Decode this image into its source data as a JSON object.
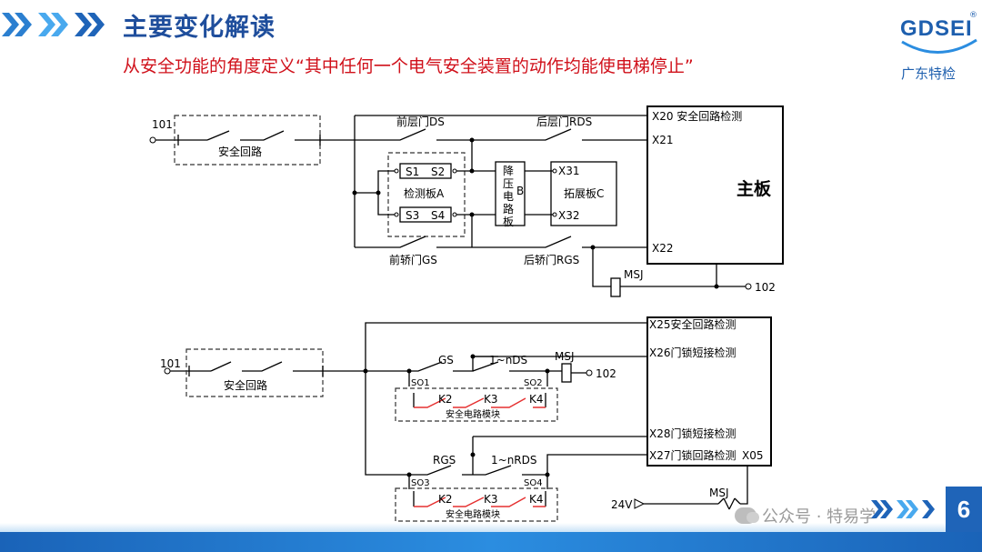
{
  "header": {
    "title": "主要变化解读",
    "subtitle": "从安全功能的角度定义“其中任何一个电气安全装置的动作均能使电梯停止”"
  },
  "logo": {
    "brand": "GDSEI",
    "registered": "®",
    "name": "广东特检"
  },
  "colors": {
    "title_blue": "#1f4e9c",
    "subtitle_red": "#d0101a",
    "accent_blue": "#1f64b8",
    "wire": "#000000",
    "module_switch_red": "#e53030"
  },
  "diagram1": {
    "node_in": "101",
    "safety_circuit": "安全回路",
    "front_landing_door": "前层门DS",
    "rear_landing_door": "后层门RDS",
    "front_car_door": "前轿门GS",
    "rear_car_door": "后轿门RGS",
    "board_a_label": "检测板A",
    "s1": "S1",
    "s2": "S2",
    "s3": "S3",
    "s4": "S4",
    "step_down_chars": [
      "降",
      "压",
      "电",
      "路",
      "板"
    ],
    "b_label": "B",
    "x31": "X31",
    "x32": "X32",
    "ext_board": "拓展板C",
    "main_x20": "X20 安全回路检测",
    "main_x21": "X21",
    "main_x22": "X22",
    "main_board": "主板",
    "msj": "MSJ",
    "node_out": "102"
  },
  "diagram2": {
    "node_in": "101",
    "safety_circuit": "安全回路",
    "gs": "GS",
    "door_1n_ds": "1~nDS",
    "msj": "MSJ",
    "node_out": "102",
    "so1": "SO1",
    "so2": "SO2",
    "so3": "SO3",
    "so4": "SO4",
    "k2": "K2",
    "k3": "K3",
    "k4": "K4",
    "module_label": "安全电路模块",
    "rgs": "RGS",
    "door_1n_rds": "1~nRDS",
    "x25": "X25安全回路检测",
    "x26": "X26门锁短接检测",
    "x28": "X28门锁短接检测",
    "x27": "X27门锁回路检测",
    "x05": "X05",
    "v24": "24V",
    "msj2": "MSJ"
  },
  "footer": {
    "watermark": "公众号 · 特易学",
    "page_number": "6"
  }
}
